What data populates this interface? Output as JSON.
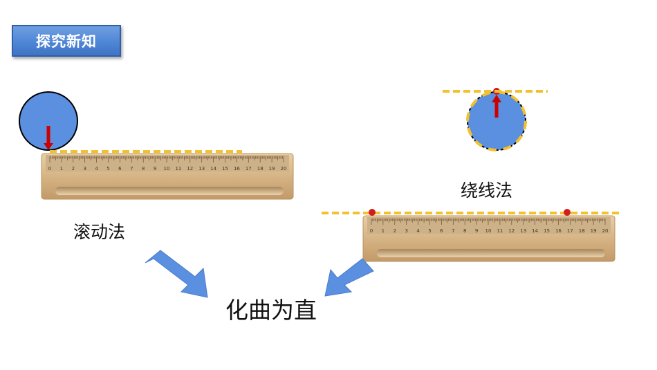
{
  "header": {
    "title": "探究新知"
  },
  "methods": {
    "rolling": {
      "label": "滚动法"
    },
    "winding": {
      "label": "绕线法"
    }
  },
  "conclusion": {
    "label": "化曲为直"
  },
  "ruler": {
    "ticks": [
      "0",
      "1",
      "2",
      "3",
      "4",
      "5",
      "6",
      "7",
      "8",
      "9",
      "10",
      "11",
      "12",
      "13",
      "14",
      "15",
      "16",
      "17",
      "18",
      "19",
      "20"
    ]
  },
  "colors": {
    "circle": "#5b8fe0",
    "dashed_line": "#f2c12e",
    "arrow": "#cc0000",
    "marker_dot": "#d41c1c",
    "flow_arrow": "#5b8fe0",
    "ruler_wood": "#d9b98e"
  }
}
